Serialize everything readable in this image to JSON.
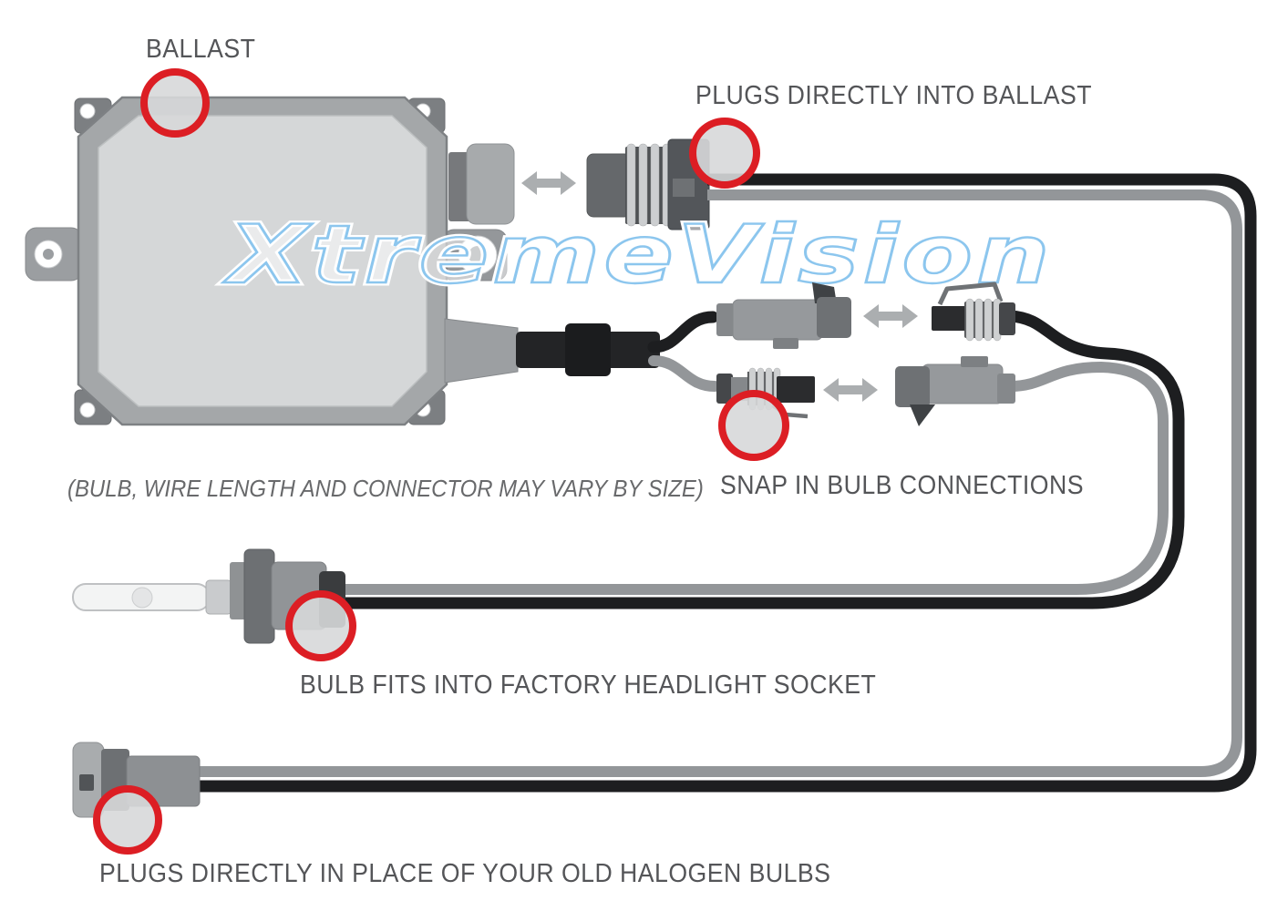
{
  "diagram": {
    "watermark": "XtremeVision",
    "annotations": {
      "ballast": "BALLAST",
      "plugs_into_ballast": "PLUGS DIRECTLY INTO BALLAST",
      "size_note": "(BULB, WIRE LENGTH AND CONNECTOR MAY VARY BY SIZE)",
      "snap_in_bulb": "SNAP IN BULB CONNECTIONS",
      "bulb_socket": "BULB FITS INTO FACTORY HEADLIGHT SOCKET",
      "halogen_plug": "PLUGS DIRECTLY IN PLACE OF YOUR OLD HALOGEN BULBS"
    },
    "colors": {
      "highlight_ring": "#dc1e24",
      "watermark_outline": "#8cc6ee",
      "label_text": "#545558",
      "wire_black": "#1d1e20",
      "wire_gray": "#939699",
      "arrow": "#abaeb0",
      "ballast_frame": "#a4a7a9",
      "ballast_face": "#d5d7d8"
    },
    "icons": [
      {
        "name": "bidirectional-arrow-icon",
        "glyph": "↔"
      },
      {
        "name": "highlight-circle-icon",
        "glyph": "◯"
      }
    ]
  }
}
